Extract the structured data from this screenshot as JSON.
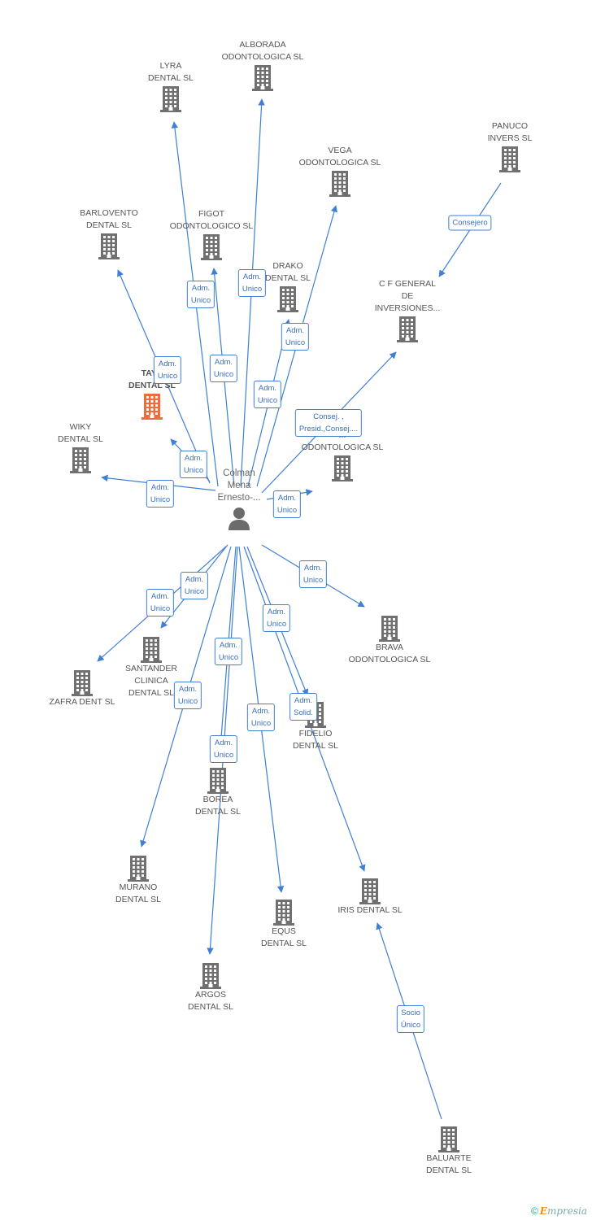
{
  "center": {
    "name": "Colman\nMena\nErnesto-..."
  },
  "companies": [
    {
      "id": "alborada",
      "name": "ALBORADA\nODONTOLOGICA SL"
    },
    {
      "id": "lyra",
      "name": "LYRA\nDENTAL SL"
    },
    {
      "id": "panuco",
      "name": "PANUCO\nINVERS SL"
    },
    {
      "id": "vega",
      "name": "VEGA\nODONTOLOGICA SL"
    },
    {
      "id": "barlovento",
      "name": "BARLOVENTO\nDENTAL SL"
    },
    {
      "id": "figot",
      "name": "FIGOT\nODONTOLOGICO SL"
    },
    {
      "id": "drako",
      "name": "DRAKO\nDENTAL SL"
    },
    {
      "id": "cfgeneral",
      "name": "C F GENERAL\nDE\nINVERSIONES..."
    },
    {
      "id": "tay",
      "name": "TAY...\nDENTAL SL",
      "highlight": true
    },
    {
      "id": "wiky",
      "name": "WIKY\nDENTAL SL"
    },
    {
      "id": "odonto",
      "name": "...\nODONTOLOGICA SL"
    },
    {
      "id": "santander",
      "name": "SANTANDER\nCLINICA\nDENTAL SL"
    },
    {
      "id": "zafra",
      "name": "ZAFRA DENT SL"
    },
    {
      "id": "brava",
      "name": "BRAVA\nODONTOLOGICA SL"
    },
    {
      "id": "fidelio",
      "name": "FIDELIO\nDENTAL SL"
    },
    {
      "id": "borea",
      "name": "BOREA\nDENTAL SL"
    },
    {
      "id": "murano",
      "name": "MURANO\nDENTAL SL"
    },
    {
      "id": "equs",
      "name": "EQUS\nDENTAL SL"
    },
    {
      "id": "iris",
      "name": "IRIS DENTAL SL"
    },
    {
      "id": "argos",
      "name": "ARGOS\nDENTAL SL"
    },
    {
      "id": "baluarte",
      "name": "BALUARTE\nDENTAL SL"
    }
  ],
  "relations": [
    {
      "from": "center",
      "to": "lyra",
      "label": "Adm.\nUnico"
    },
    {
      "from": "center",
      "to": "alborada",
      "label": "Adm.\nUnico"
    },
    {
      "from": "center",
      "to": "figot",
      "label": "Adm.\nUnico"
    },
    {
      "from": "center",
      "to": "drako",
      "label": "Adm.\nUnico"
    },
    {
      "from": "center",
      "to": "vega",
      "label": "Adm.\nUnico"
    },
    {
      "from": "center",
      "to": "barlovento",
      "label": "Adm.\nUnico"
    },
    {
      "from": "center",
      "to": "tay",
      "label": "Adm.\nUnico"
    },
    {
      "from": "center",
      "to": "wiky",
      "label": "Adm.\nUnico"
    },
    {
      "from": "center",
      "to": "cfgeneral",
      "label": "Consej. ,\nPresid.,Consej...."
    },
    {
      "from": "center",
      "to": "odonto",
      "label": "Adm.\nUnico"
    },
    {
      "from": "panuco",
      "to": "cfgeneral",
      "label": "Consejero"
    },
    {
      "from": "center",
      "to": "zafra",
      "label": "Adm.\nUnico"
    },
    {
      "from": "center",
      "to": "santander",
      "label": "Adm.\nUnico"
    },
    {
      "from": "center",
      "to": "brava",
      "label": "Adm.\nUnico"
    },
    {
      "from": "center",
      "to": "fidelio",
      "label": "Adm.\nUnico"
    },
    {
      "from": "center",
      "to": "iris",
      "label": "Adm.\nSolid."
    },
    {
      "from": "center",
      "to": "murano",
      "label": "Adm.\nUnico"
    },
    {
      "from": "center",
      "to": "borea",
      "label": "Adm.\nUnico"
    },
    {
      "from": "center",
      "to": "equs",
      "label": "Adm.\nUnico"
    },
    {
      "from": "center",
      "to": "argos",
      "label": "Adm.\nUnico"
    },
    {
      "from": "baluarte",
      "to": "iris",
      "label": "Socio\nÚnico"
    }
  ],
  "colors": {
    "edge": "#3f7fd4",
    "building": "#707070",
    "highlight": "#f26b3a",
    "person": "#6b6b6b"
  },
  "footer": {
    "copyright": "©",
    "brand_first": "E",
    "brand_rest": "mpresia"
  }
}
